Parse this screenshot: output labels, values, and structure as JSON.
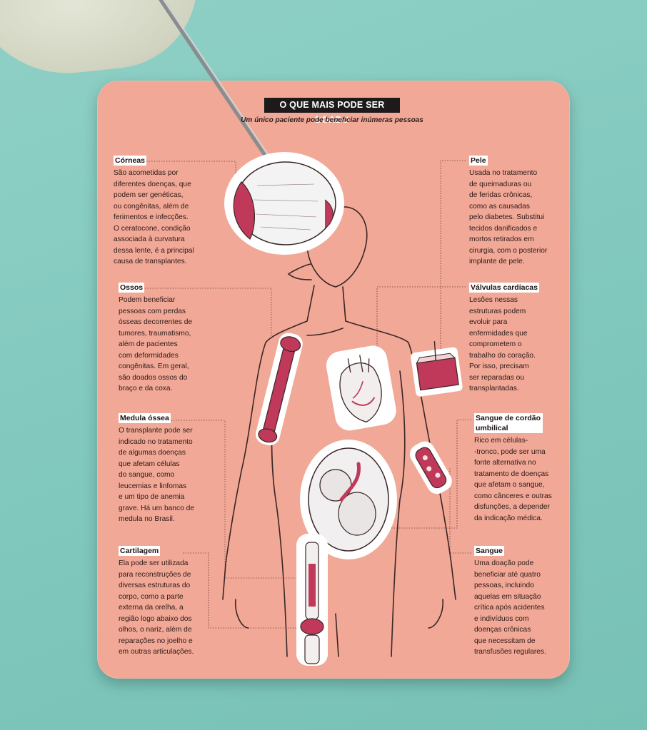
{
  "header": {
    "title": "O QUE MAIS PODE SER DOADO",
    "subtitle": "Um único paciente pode beneficiar inúmeras pessoas"
  },
  "sections": {
    "corneas": {
      "label": "Córneas",
      "text": "São acometidas por\ndiferentes doenças, que\npodem ser genéticas,\nou congênitas, além de\nferimentos e infecções.\nO ceratocone, condição\nassociada à curvatura\ndessa lente, é a principal\ncausa de transplantes."
    },
    "ossos": {
      "label": "Ossos",
      "text": "Podem beneficiar\npessoas com perdas\nósseas decorrentes de\ntumores, traumatismo,\nalém de pacientes\ncom deformidades\ncongênitas. Em geral,\nsão doados ossos do\nbraço e da coxa."
    },
    "medula": {
      "label": "Medula óssea",
      "text": "O transplante pode ser\nindicado no tratamento\nde algumas doenças\nque afetam células\ndo sangue, como\nleucemias e linfomas\ne um tipo de anemia\ngrave. Há um banco de\nmedula no Brasil."
    },
    "cartilagem": {
      "label": "Cartilagem",
      "text": "Ela pode ser utilizada\npara reconstruções de\ndiversas estruturas do\ncorpo, como a parte\nexterna da orelha, a\nregião logo abaixo dos\nolhos, o nariz, além de\nreparações no joelho e\nem outras articulações."
    },
    "pele": {
      "label": "Pele",
      "text": "Usada no tratamento\nde queimaduras ou\nde feridas crônicas,\ncomo as causadas\npelo diabetes. Substitui\ntecidos danificados e\nmortos retirados em\ncirurgia, com o posterior\nimplante de pele."
    },
    "valvulas": {
      "label": "Válvulas cardíacas",
      "text": "Lesões nessas\nestruturas podem\nevoluir para\nenfermidades que\ncomprometem o\ntrabalho do coração.\nPor isso, precisam\nser reparadas ou\ntransplantadas."
    },
    "cordao": {
      "label": "Sangue de cordão umbilical",
      "text": "Rico em células-\n-tronco, pode ser uma\nfonte alternativa no\ntratamento de doenças\nque afetam o sangue,\ncomo cânceres e outras\ndisfunções, a depender\nda indicação médica."
    },
    "sangue": {
      "label": "Sangue",
      "text": "Uma doação pode\nbeneficiar até quatro\npessoas, incluindo\naquelas em situação\ncrítica após acidentes\ne indivíduos com\ndoenças crônicas\nque necessitam de\ntransfusões regulares."
    }
  },
  "colors": {
    "board": "#f1a896",
    "background": "#84c9bf",
    "accent_red": "#c0395a",
    "line": "#3a2626"
  }
}
